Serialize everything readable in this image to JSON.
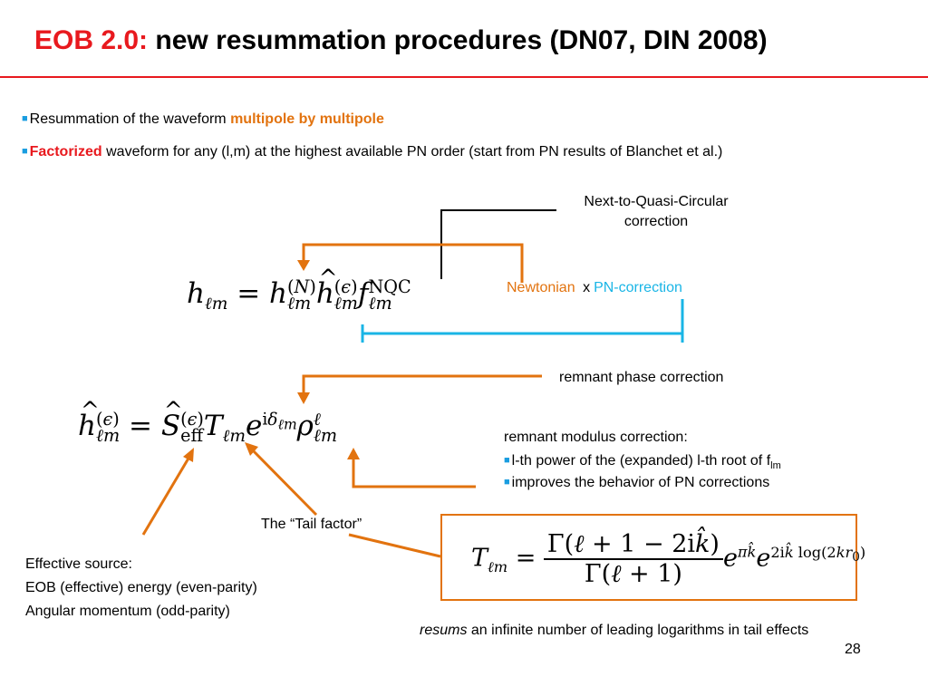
{
  "title": {
    "prefix": "EOB 2.0:",
    "rest": "new resummation procedures (DN07, DIN 2008)"
  },
  "bullets": [
    {
      "text": "Resummation of the waveform ",
      "highlight": "multipole by multipole"
    },
    {
      "highlight": "Factorized",
      "text": " waveform for any (l,m) at the highest available PN order (start from PN results of Blanchet et al.)"
    }
  ],
  "labels": {
    "nqc_line1": "Next-to-Quasi-Circular",
    "nqc_line2": "correction",
    "newtonian": "Newtonian",
    "times": "x",
    "pn_correction": "PN-correction",
    "remnant_phase": "remnant phase correction",
    "remnant_modulus": "remnant modulus correction:",
    "modulus_item1": "l-th power of the (expanded) l-th root of f",
    "modulus_item1_sub": "lm",
    "modulus_item2": "improves the behavior of PN corrections",
    "tail_factor": "The “Tail factor”",
    "effective_source": "Effective source:",
    "eob_energy": "EOB (effective) energy (even-parity)",
    "angular_momentum": "Angular momentum (odd-parity)",
    "resums_italic": "resums",
    "resums_rest": " an infinite number of leading logarithms in tail effects",
    "page_number": "28"
  },
  "colors": {
    "red": "#e8191e",
    "orange": "#e2730f",
    "cyan": "#19b5e6",
    "bullet": "#1a9de0"
  },
  "equations": {
    "eq1": "h_lm = h_lm^(N) ĥ_lm^(ε) f_lm^NQC",
    "eq2": "ĥ_lm^(ε) = Ŝ_eff^(ε) T_lm e^(iδ_lm) ρ_lm^l",
    "eq3": "T_lm = Γ(l+1−2i k̂̂) / Γ(l+1) e^(π k̂̂) e^(2i k̂̂ log(2kr0))"
  }
}
